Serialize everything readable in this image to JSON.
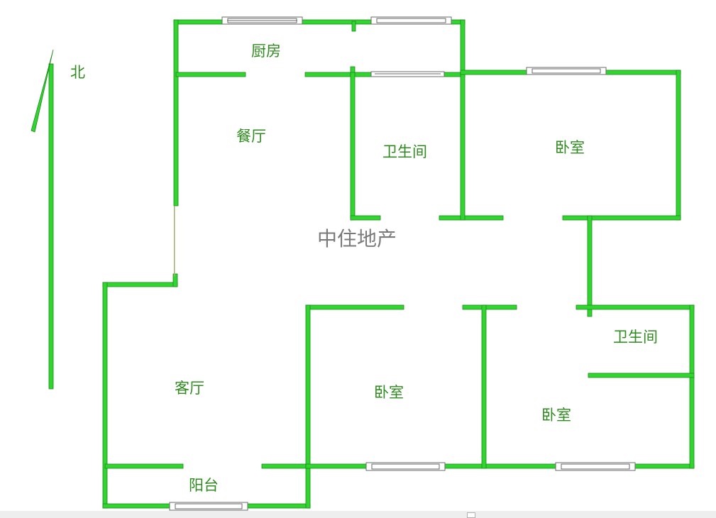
{
  "compass": {
    "label": "北"
  },
  "watermark": "中住地产",
  "rooms": {
    "kitchen": "厨房",
    "dining_room": "餐厅",
    "bathroom_main": "卫生间",
    "bedroom_north": "卧室",
    "living_room": "客厅",
    "bedroom_middle": "卧室",
    "bathroom_east": "卫生间",
    "bedroom_east": "卧室",
    "balcony": "阳台"
  },
  "colors": {
    "wall": "#31d52f",
    "wall_outline": "#1f8a1d",
    "label": "#2f8a1f",
    "watermark": "#7a7a7a"
  }
}
